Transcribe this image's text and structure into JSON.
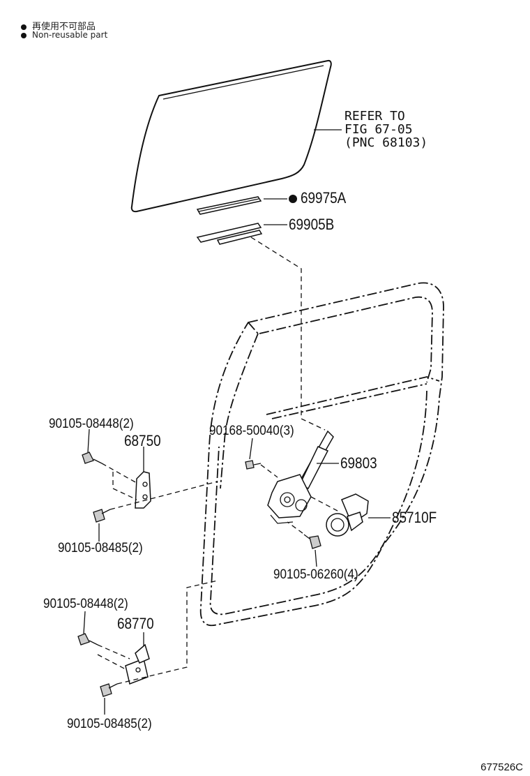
{
  "legend": {
    "line1": "再使用不可部品",
    "line2": "Non-reusable part"
  },
  "refer": {
    "line1": "REFER TO",
    "line2": "FIG 67-05",
    "line3": "(PNC 68103)"
  },
  "parts": {
    "p69975a": "69975A",
    "p69905b": "69905B",
    "p68750": "68750",
    "p68770": "68770",
    "p69803": "69803",
    "p85710f": "85710F",
    "b1": "90105-08448(2)",
    "b2": "90105-08485(2)",
    "b3": "90168-50040(3)",
    "b4": "90105-06260(4)",
    "b5": "90105-08448(2)",
    "b6": "90105-08485(2)"
  },
  "figure_code": "677526C",
  "non_reusable_marker": "filled-bullet"
}
